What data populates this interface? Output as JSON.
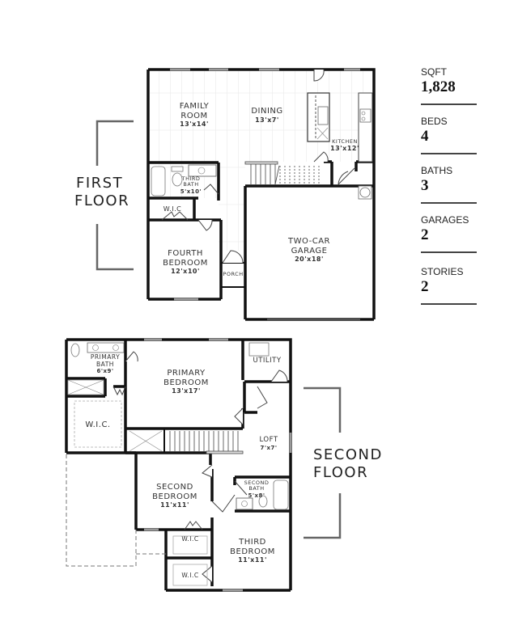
{
  "stats": [
    {
      "label": "SQFT",
      "value": "1,828"
    },
    {
      "label": "BEDS",
      "value": "4"
    },
    {
      "label": "BATHS",
      "value": "3"
    },
    {
      "label": "GARAGES",
      "value": "2"
    },
    {
      "label": "STORIES",
      "value": "2"
    }
  ],
  "floors": {
    "first": {
      "label_line1": "FIRST",
      "label_line2": "FLOOR",
      "rooms": {
        "family_room": {
          "name_line1": "FAMILY",
          "name_line2": "ROOM",
          "dim": "13'x14'"
        },
        "dining": {
          "name": "DINING",
          "dim": "13'x7'"
        },
        "kitchen": {
          "name": "KITCHEN",
          "dim": "13'x12'"
        },
        "third_bath": {
          "name_line1": "THIRD",
          "name_line2": "BATH",
          "dim": "5'x10'"
        },
        "wic": {
          "name": "W.I.C"
        },
        "fourth_bedroom": {
          "name_line1": "FOURTH",
          "name_line2": "BEDROOM",
          "dim": "12'x10'"
        },
        "porch": {
          "name": "PORCH"
        },
        "garage": {
          "name_line1": "TWO-CAR",
          "name_line2": "GARAGE",
          "dim": "20'x18'"
        }
      }
    },
    "second": {
      "label_line1": "SECOND",
      "label_line2": "FLOOR",
      "rooms": {
        "primary_bath": {
          "name_line1": "PRIMARY",
          "name_line2": "BATH",
          "dim": "6'x9'"
        },
        "primary_wic": {
          "name": "W.I.C."
        },
        "primary_bedroom": {
          "name_line1": "PRIMARY",
          "name_line2": "BEDROOM",
          "dim": "13'x17'"
        },
        "utility": {
          "name": "UTILITY"
        },
        "loft": {
          "name": "LOFT",
          "dim": "7'x7'"
        },
        "second_bedroom": {
          "name_line1": "SECOND",
          "name_line2": "BEDROOM",
          "dim": "11'x11'"
        },
        "second_bath": {
          "name_line1": "SECOND",
          "name_line2": "BATH",
          "dim": "5'x8'"
        },
        "wic_a": {
          "name": "W.I.C"
        },
        "wic_b": {
          "name": "W.I.C"
        },
        "third_bedroom": {
          "name_line1": "THIRD",
          "name_line2": "BEDROOM",
          "dim": "11'x11'"
        }
      }
    }
  }
}
